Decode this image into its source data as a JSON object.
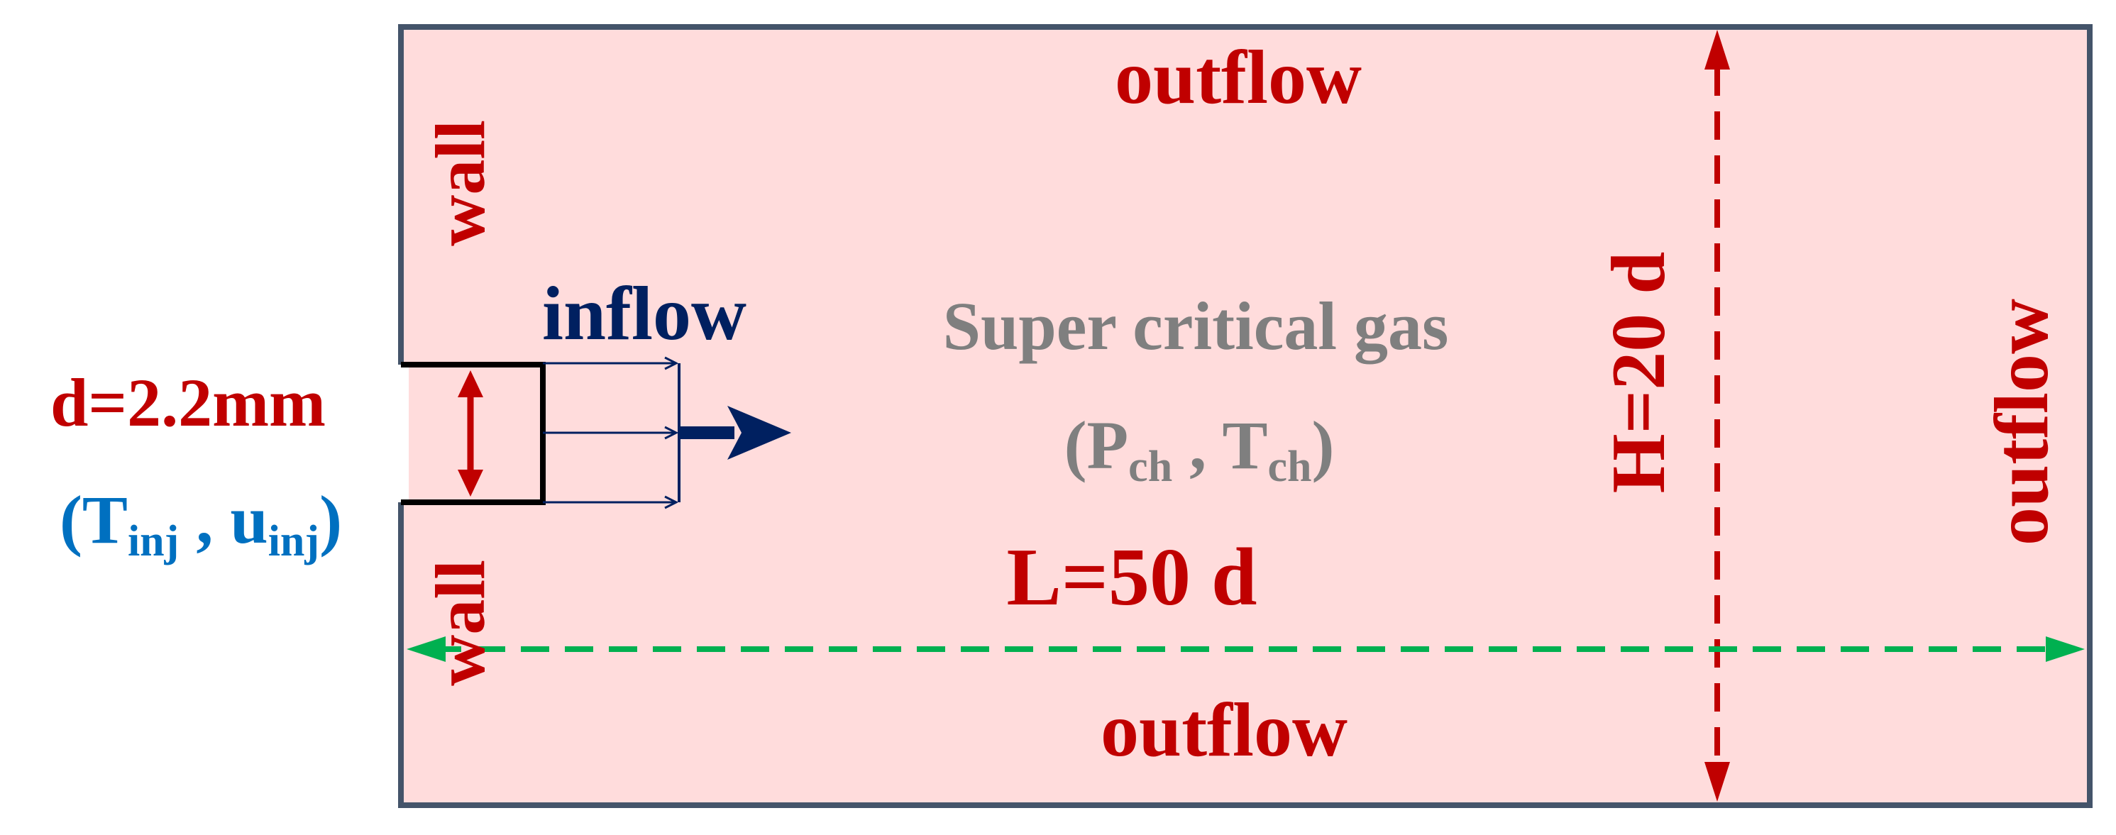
{
  "labels": {
    "outflow_top": "outflow",
    "outflow_bottom": "outflow",
    "outflow_right": "outflow",
    "wall_top": "wall",
    "wall_bottom": "wall",
    "inflow": "inflow",
    "gas_title": "Super critical gas",
    "gas_open": "(P",
    "gas_sub1": "ch",
    "gas_sep": " , T",
    "gas_sub2": "ch",
    "gas_close": ")",
    "diameter": "d=2.2mm",
    "inj_open": "(T",
    "inj_sub1": "inj",
    "inj_sep": " , u",
    "inj_sub2": "inj",
    "inj_close": ")",
    "height": "H=20 d",
    "length": "L=50 d"
  },
  "colors": {
    "domain_fill": "#ffdcdc",
    "domain_border": "#44546a",
    "boundary_text": "#c00000",
    "inflow_text": "#002060",
    "injection_text": "#0070c0",
    "gas_text": "#7f7f7f",
    "length_arrow": "#00b050",
    "height_arrow": "#c00000"
  }
}
